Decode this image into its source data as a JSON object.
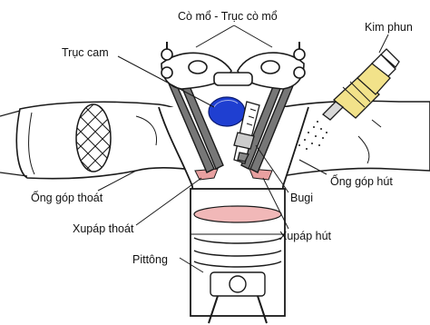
{
  "diagram": {
    "labels": {
      "rocker": "Cò mổ - Trục cò mổ",
      "camshaft": "Trục cam",
      "injector": "Kim phun",
      "exhaust_manifold": "Ống góp thoát",
      "intake_manifold": "Ống góp hút",
      "spark_plug": "Bugi",
      "exhaust_valve": "Xupáp thoát",
      "intake_valve": "Xupáp hút",
      "piston": "Pittông"
    },
    "colors": {
      "cam_lobe": "#1f3fd1",
      "injector_body": "#f2e28a",
      "valve_seat": "#e8a0a0",
      "piston_top": "#f1b8b8",
      "stroke": "#1a1a1a",
      "label_text": "#111111"
    }
  }
}
